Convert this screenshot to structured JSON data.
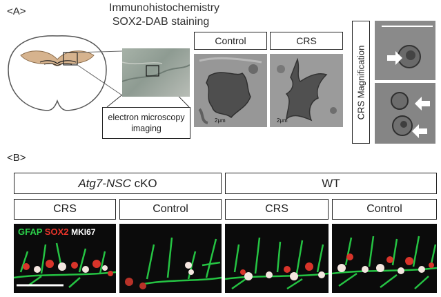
{
  "panel_a": {
    "label": "<A>",
    "title_line1": "Immunohistochemistry",
    "title_line2": "SOX2-DAB staining",
    "em_label_line1": "electron microscopy",
    "em_label_line2": "imaging",
    "control_label": "Control",
    "crs_label": "CRS",
    "magnification_label": "CRS Magnification",
    "scale_text": "2μm"
  },
  "panel_b": {
    "label": "<B>",
    "group_ko_italic": "Atg7-NSC",
    "group_ko_suffix": " cKO",
    "group_wt": "WT",
    "col_labels": [
      "CRS",
      "Control",
      "CRS",
      "Control"
    ],
    "legend": {
      "gfap": "GFAP",
      "sox2": "SOX2",
      "mki67": "MKI67",
      "gfap_color": "#2bd14a",
      "sox2_color": "#e8342a",
      "mki67_color": "#ffffff"
    }
  }
}
